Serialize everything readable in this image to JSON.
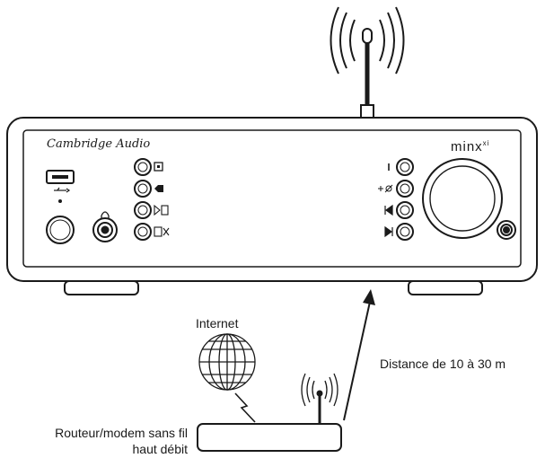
{
  "device": {
    "brand": "Cambridge Audio",
    "model": "minx",
    "model_superscript": "xi"
  },
  "labels": {
    "internet": "Internet",
    "distance": "Distance de 10 à 30 m",
    "router_line1": "Routeur/modem sans fil",
    "router_line2": "haut débit"
  },
  "colors": {
    "line": "#1a1a1a",
    "background": "#ffffff"
  }
}
